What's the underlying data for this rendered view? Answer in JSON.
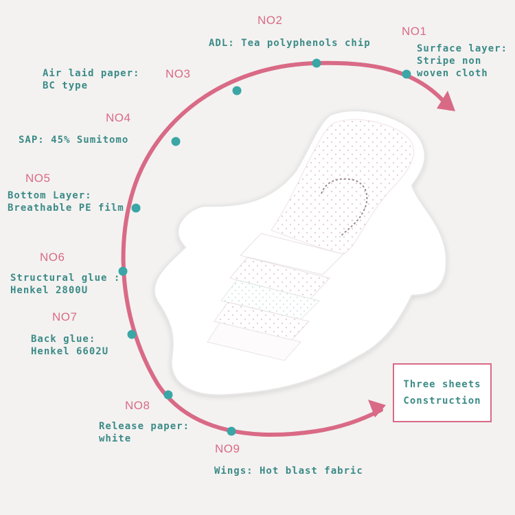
{
  "title": {
    "line1": "Three sheets",
    "line2": "Construction"
  },
  "layers": [
    {
      "num": "NO1",
      "label_lines": [
        "Surface layer:",
        "Stripe non",
        "woven cloth"
      ]
    },
    {
      "num": "NO2",
      "label_lines": [
        "ADL: Tea polyphenols chip"
      ]
    },
    {
      "num": "NO3",
      "label_lines": [
        "Air laid paper:",
        "BC type"
      ]
    },
    {
      "num": "NO4",
      "label_lines": [
        "SAP: 45% Sumitomo"
      ]
    },
    {
      "num": "NO5",
      "label_lines": [
        "Bottom Layer:",
        "Breathable PE film"
      ]
    },
    {
      "num": "NO6",
      "label_lines": [
        "Structural glue :",
        "Henkel 2800U"
      ]
    },
    {
      "num": "NO7",
      "label_lines": [
        "Back glue:",
        "Henkel 6602U"
      ]
    },
    {
      "num": "NO8",
      "label_lines": [
        "Release paper:",
        "white"
      ]
    },
    {
      "num": "NO9",
      "label_lines": [
        "Wings: Hot blast fabric"
      ]
    }
  ],
  "colors": {
    "arc": "#d96a86",
    "dot": "#3aa6a6",
    "label": "#3b8a86",
    "number": "#d96a86",
    "background": "#f3f2f1"
  },
  "icons": {
    "arrow": "arrowhead",
    "dot": "marker-dot",
    "product": "sanitary-pad-layers"
  }
}
